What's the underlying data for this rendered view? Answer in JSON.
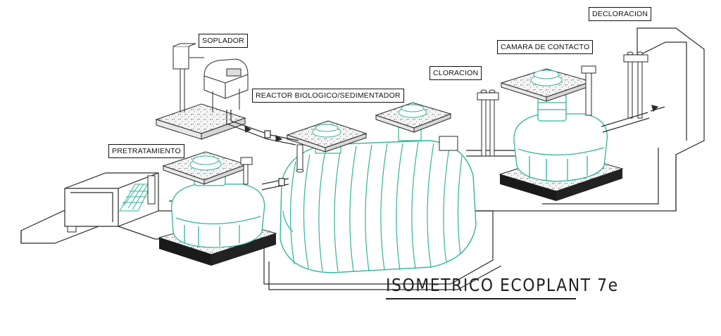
{
  "labels": {
    "soplador": "SOPLADOR",
    "reactor": "REACTOR BIOLOGICO/SEDIMENTADOR",
    "pretratamiento": "PRETRATAMIENTO",
    "cloracion": "CLORACION",
    "camara": "CAMARA DE CONTACTO",
    "decloracion": "DECLORACION"
  },
  "title": "ISOMETRICO ECOPLANT 7e",
  "colors": {
    "line": "#2a2a2a",
    "tank": "#2fb59b",
    "concrete": "#f3f3f3",
    "pad": "#1a1a1a"
  }
}
